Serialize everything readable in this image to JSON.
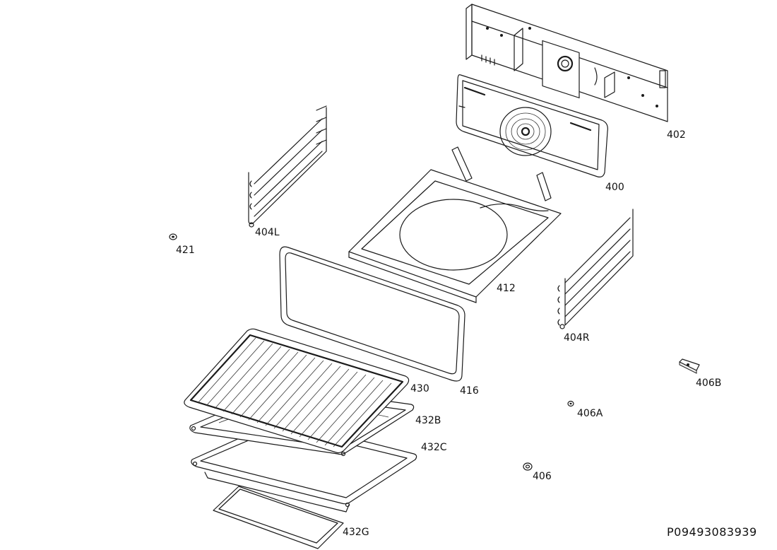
{
  "diagram": {
    "document_number": "P09493083939",
    "callouts": {
      "p402": "402",
      "p400": "400",
      "p404L": "404L",
      "p421": "421",
      "p412": "412",
      "p404R": "404R",
      "p416": "416",
      "p430": "430",
      "p432B": "432B",
      "p432C": "432C",
      "p432G": "432G",
      "p406B": "406B",
      "p406A": "406A",
      "p406": "406"
    }
  }
}
